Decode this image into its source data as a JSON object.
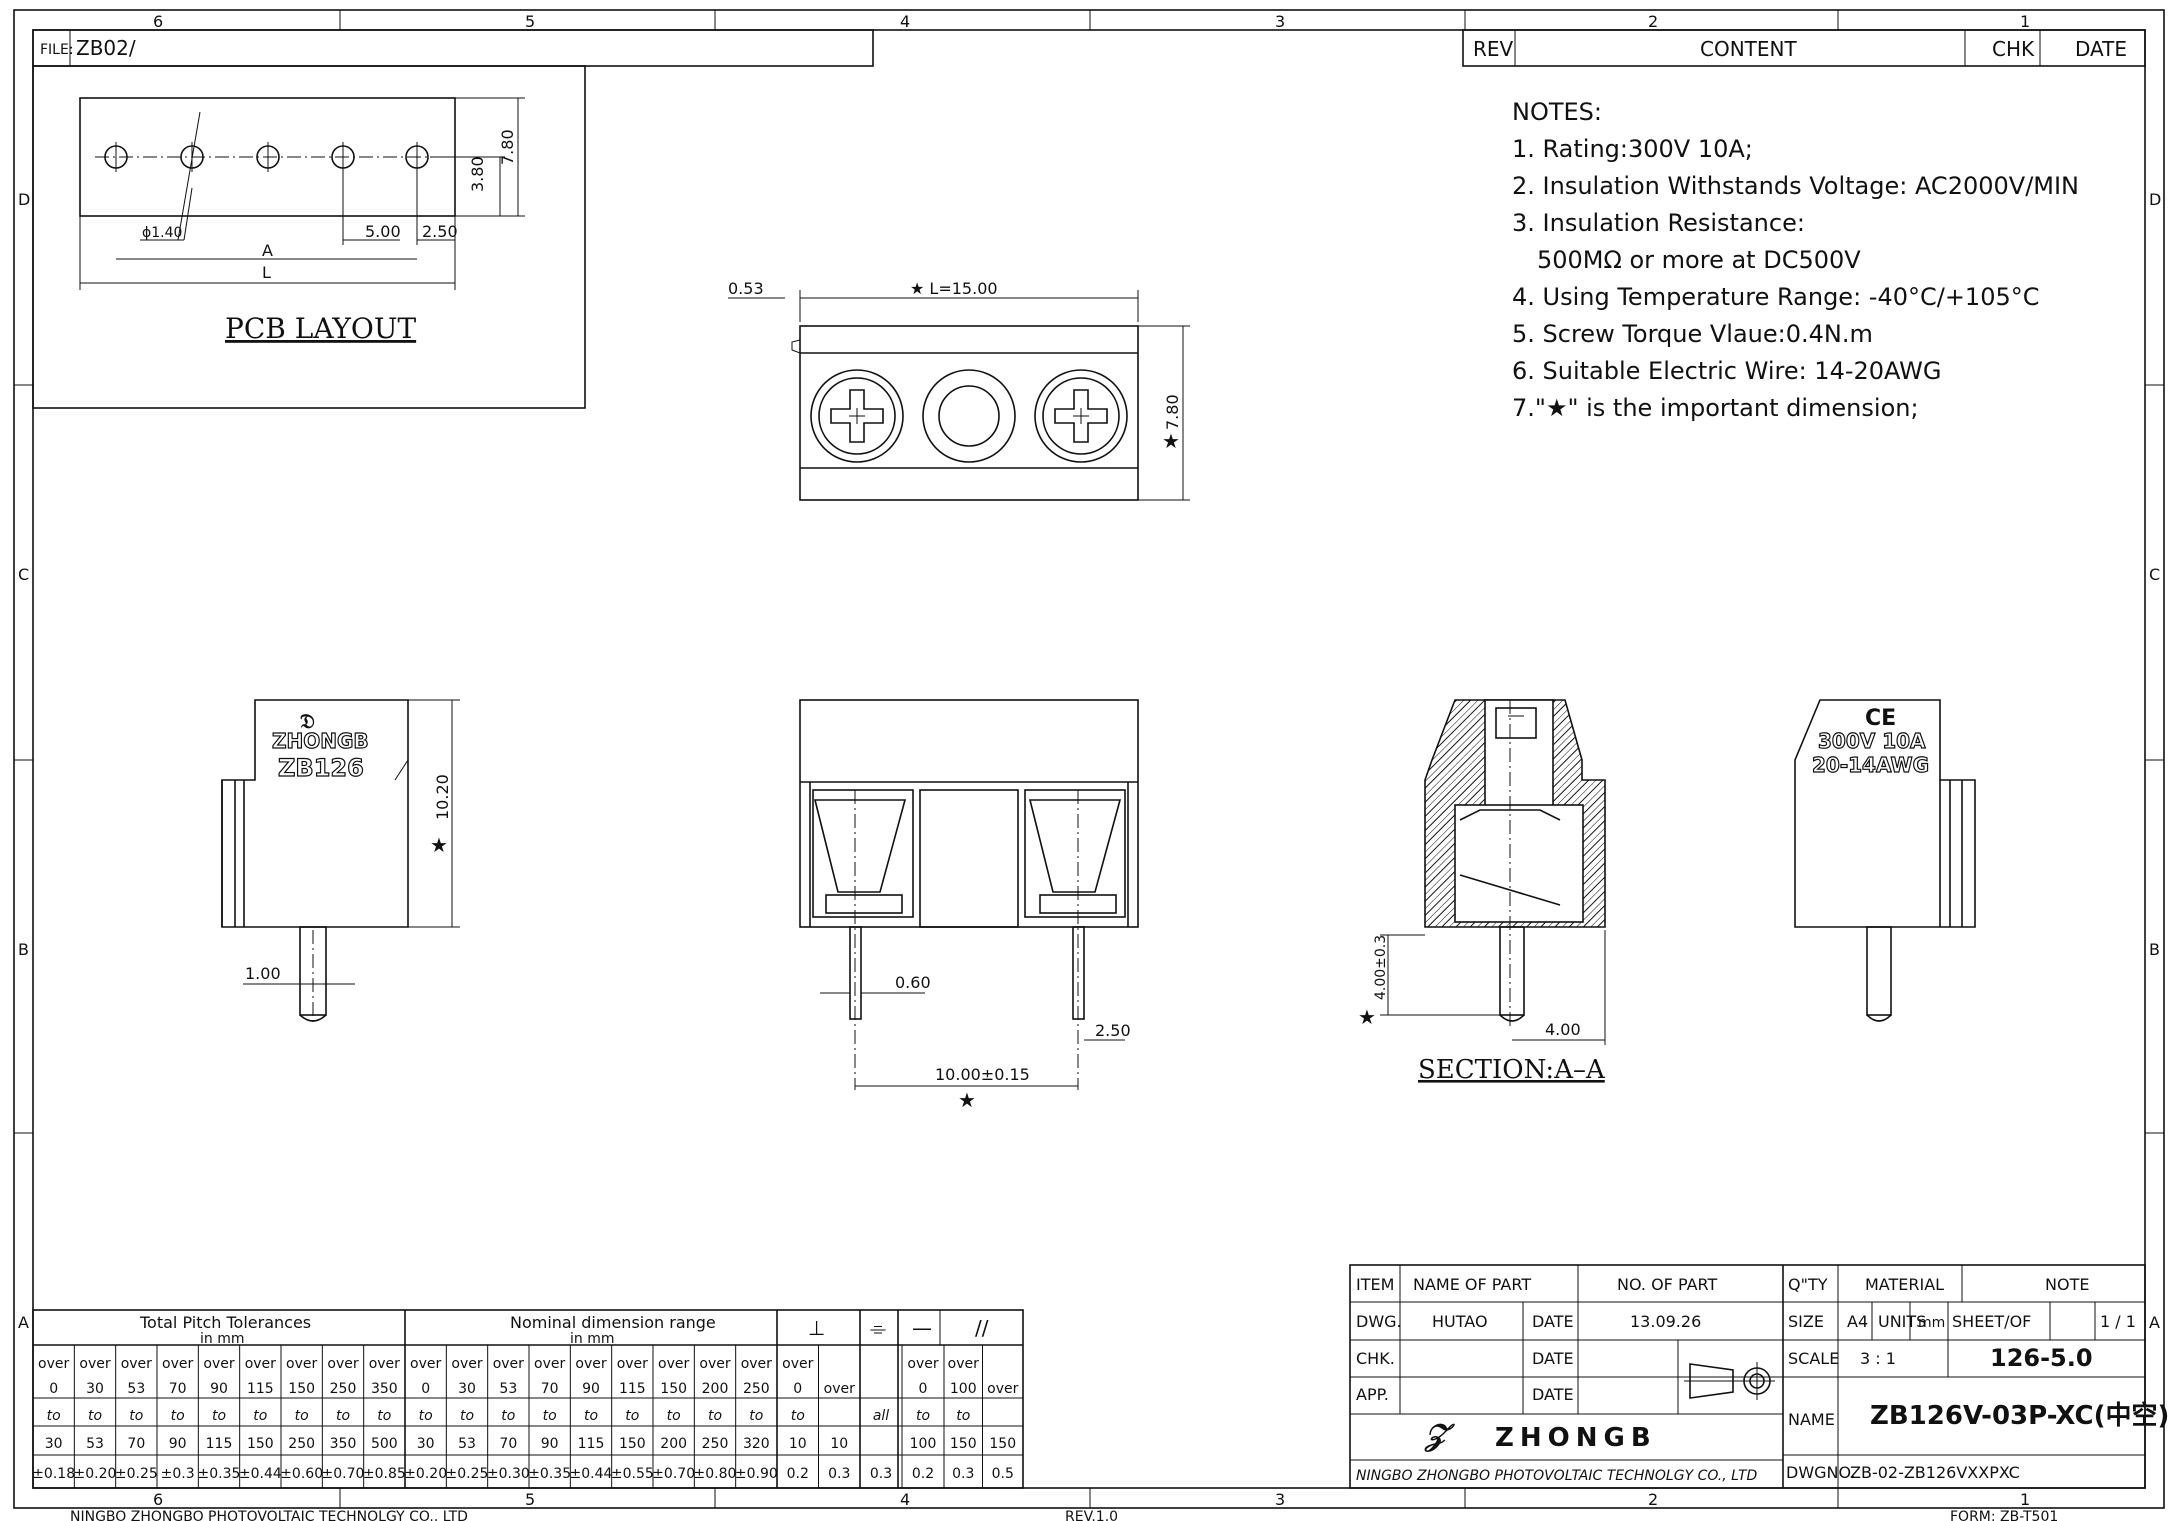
{
  "frame": {
    "col_labels": [
      "6",
      "5",
      "4",
      "3",
      "2",
      "1"
    ],
    "row_labels": [
      "D",
      "C",
      "B",
      "A"
    ],
    "file_label": "FILE:",
    "file_value": "ZB02/"
  },
  "revision_table": {
    "headers": [
      "REV",
      "CONTENT",
      "CHK",
      "DATE"
    ]
  },
  "notes": {
    "title": "NOTES:",
    "items": [
      "1. Rating:300V 10A;",
      "2. Insulation Withstands Voltage: AC2000V/MIN",
      "3. Insulation Resistance:",
      "500MΩ or more at DC500V",
      "4. Using Temperature Range: -40°C/+105°C",
      "5. Screw Torque Vlaue:0.4N.m",
      "6. Suitable Electric Wire: 14-20AWG",
      "7.\"★\" is the important dimension;"
    ]
  },
  "pcb_layout": {
    "title": "PCB LAYOUT",
    "dims": {
      "hole": "ϕ1.40",
      "pitch": "5.00",
      "edge": "2.50",
      "a": "A",
      "l": "L",
      "h1": "3.80",
      "h2": "7.80"
    }
  },
  "top_view": {
    "dims": {
      "offset": "0.53",
      "length": "★ L=15.00",
      "height": "7.80"
    }
  },
  "side_view": {
    "brand": "ZHONGB",
    "model": "ZB126",
    "dims": {
      "height": "10.20",
      "pin": "1.00"
    }
  },
  "front_view": {
    "dims": {
      "pin": "0.60",
      "edge": "2.50",
      "pitch": "10.00±0.15"
    }
  },
  "section": {
    "title": "SECTION:A–A",
    "dims": {
      "depth": "4.00±0.3",
      "width": "4.00"
    }
  },
  "back_view": {
    "mark": "CE",
    "rating": "300V 10A",
    "wire": "20-14AWG"
  },
  "tolerance_table": {
    "pitch_title": "Total Pitch Tolerances",
    "pitch_unit": "in mm",
    "nominal_title": "Nominal dimension range",
    "nominal_unit": "in mm",
    "symbols": [
      "⊥",
      "⌯",
      "—",
      "//"
    ],
    "cols": [
      {
        "a": "over",
        "b": "0",
        "c": "to",
        "d": "30",
        "e": "±0.18"
      },
      {
        "a": "over",
        "b": "30",
        "c": "to",
        "d": "53",
        "e": "±0.20"
      },
      {
        "a": "over",
        "b": "53",
        "c": "to",
        "d": "70",
        "e": "±0.25"
      },
      {
        "a": "over",
        "b": "70",
        "c": "to",
        "d": "90",
        "e": "±0.3"
      },
      {
        "a": "over",
        "b": "90",
        "c": "to",
        "d": "115",
        "e": "±0.35"
      },
      {
        "a": "over",
        "b": "115",
        "c": "to",
        "d": "150",
        "e": "±0.44"
      },
      {
        "a": "over",
        "b": "150",
        "c": "to",
        "d": "250",
        "e": "±0.60"
      },
      {
        "a": "over",
        "b": "250",
        "c": "to",
        "d": "350",
        "e": "±0.70"
      },
      {
        "a": "over",
        "b": "350",
        "c": "to",
        "d": "500",
        "e": "±0.85"
      },
      {
        "a": "over",
        "b": "0",
        "c": "to",
        "d": "30",
        "e": "±0.20"
      },
      {
        "a": "over",
        "b": "30",
        "c": "to",
        "d": "53",
        "e": "±0.25"
      },
      {
        "a": "over",
        "b": "53",
        "c": "to",
        "d": "70",
        "e": "±0.30"
      },
      {
        "a": "over",
        "b": "70",
        "c": "to",
        "d": "90",
        "e": "±0.35"
      },
      {
        "a": "over",
        "b": "90",
        "c": "to",
        "d": "115",
        "e": "±0.44"
      },
      {
        "a": "over",
        "b": "115",
        "c": "to",
        "d": "150",
        "e": "±0.55"
      },
      {
        "a": "over",
        "b": "150",
        "c": "to",
        "d": "200",
        "e": "±0.70"
      },
      {
        "a": "over",
        "b": "200",
        "c": "to",
        "d": "250",
        "e": "±0.80"
      },
      {
        "a": "over",
        "b": "250",
        "c": "to",
        "d": "320",
        "e": "±0.90"
      },
      {
        "a": "over",
        "b": "0",
        "c": "to",
        "d": "10",
        "e": "0.2"
      },
      {
        "a": "",
        "b": "over",
        "c": "",
        "d": "10",
        "e": "0.3"
      },
      {
        "a": "",
        "b": "",
        "c": "all",
        "d": "",
        "e": "0.3"
      },
      {
        "a": "over",
        "b": "0",
        "c": "to",
        "d": "100",
        "e": "0.2"
      },
      {
        "a": "over",
        "b": "100",
        "c": "to",
        "d": "150",
        "e": "0.3"
      },
      {
        "a": "",
        "b": "over",
        "c": "",
        "d": "150",
        "e": "0.5"
      }
    ]
  },
  "title_block": {
    "item": "ITEM",
    "name_of_part": "NAME OF PART",
    "no_of_part": "NO. OF PART",
    "qty": "Q\"TY",
    "material": "MATERIAL",
    "note": "NOTE",
    "dwg": "DWG.",
    "drawer": "HUTAO",
    "date_label": "DATE",
    "date_value": "13.09.26",
    "size_label": "SIZE",
    "size_value": "A4",
    "units_label": "UNITS",
    "units_value": "mm",
    "sheet_label": "SHEET/OF",
    "sheet_value": "1 / 1",
    "chk": "CHK.",
    "app": "APP.",
    "scale_label": "SCALE",
    "scale_value": "3 : 1",
    "part_code": "126-5.0",
    "name_label": "NAME",
    "part_name": "ZB126V-03P-XC(中空)",
    "company": "NINGBO ZHONGBO PHOTOVOLTAIC TECHNOLGY CO., LTD",
    "dwgno_label": "DWGNO.",
    "dwgno_value": "ZB-02-ZB126VXXPXC",
    "logo_text": "ZHONGB"
  },
  "footer": {
    "company": "NINGBO ZHONGBO PHOTOVOLTAIC TECHNOLGY CO., LTD",
    "rev": "REV.1.0",
    "form": "FORM: ZB-T501"
  }
}
